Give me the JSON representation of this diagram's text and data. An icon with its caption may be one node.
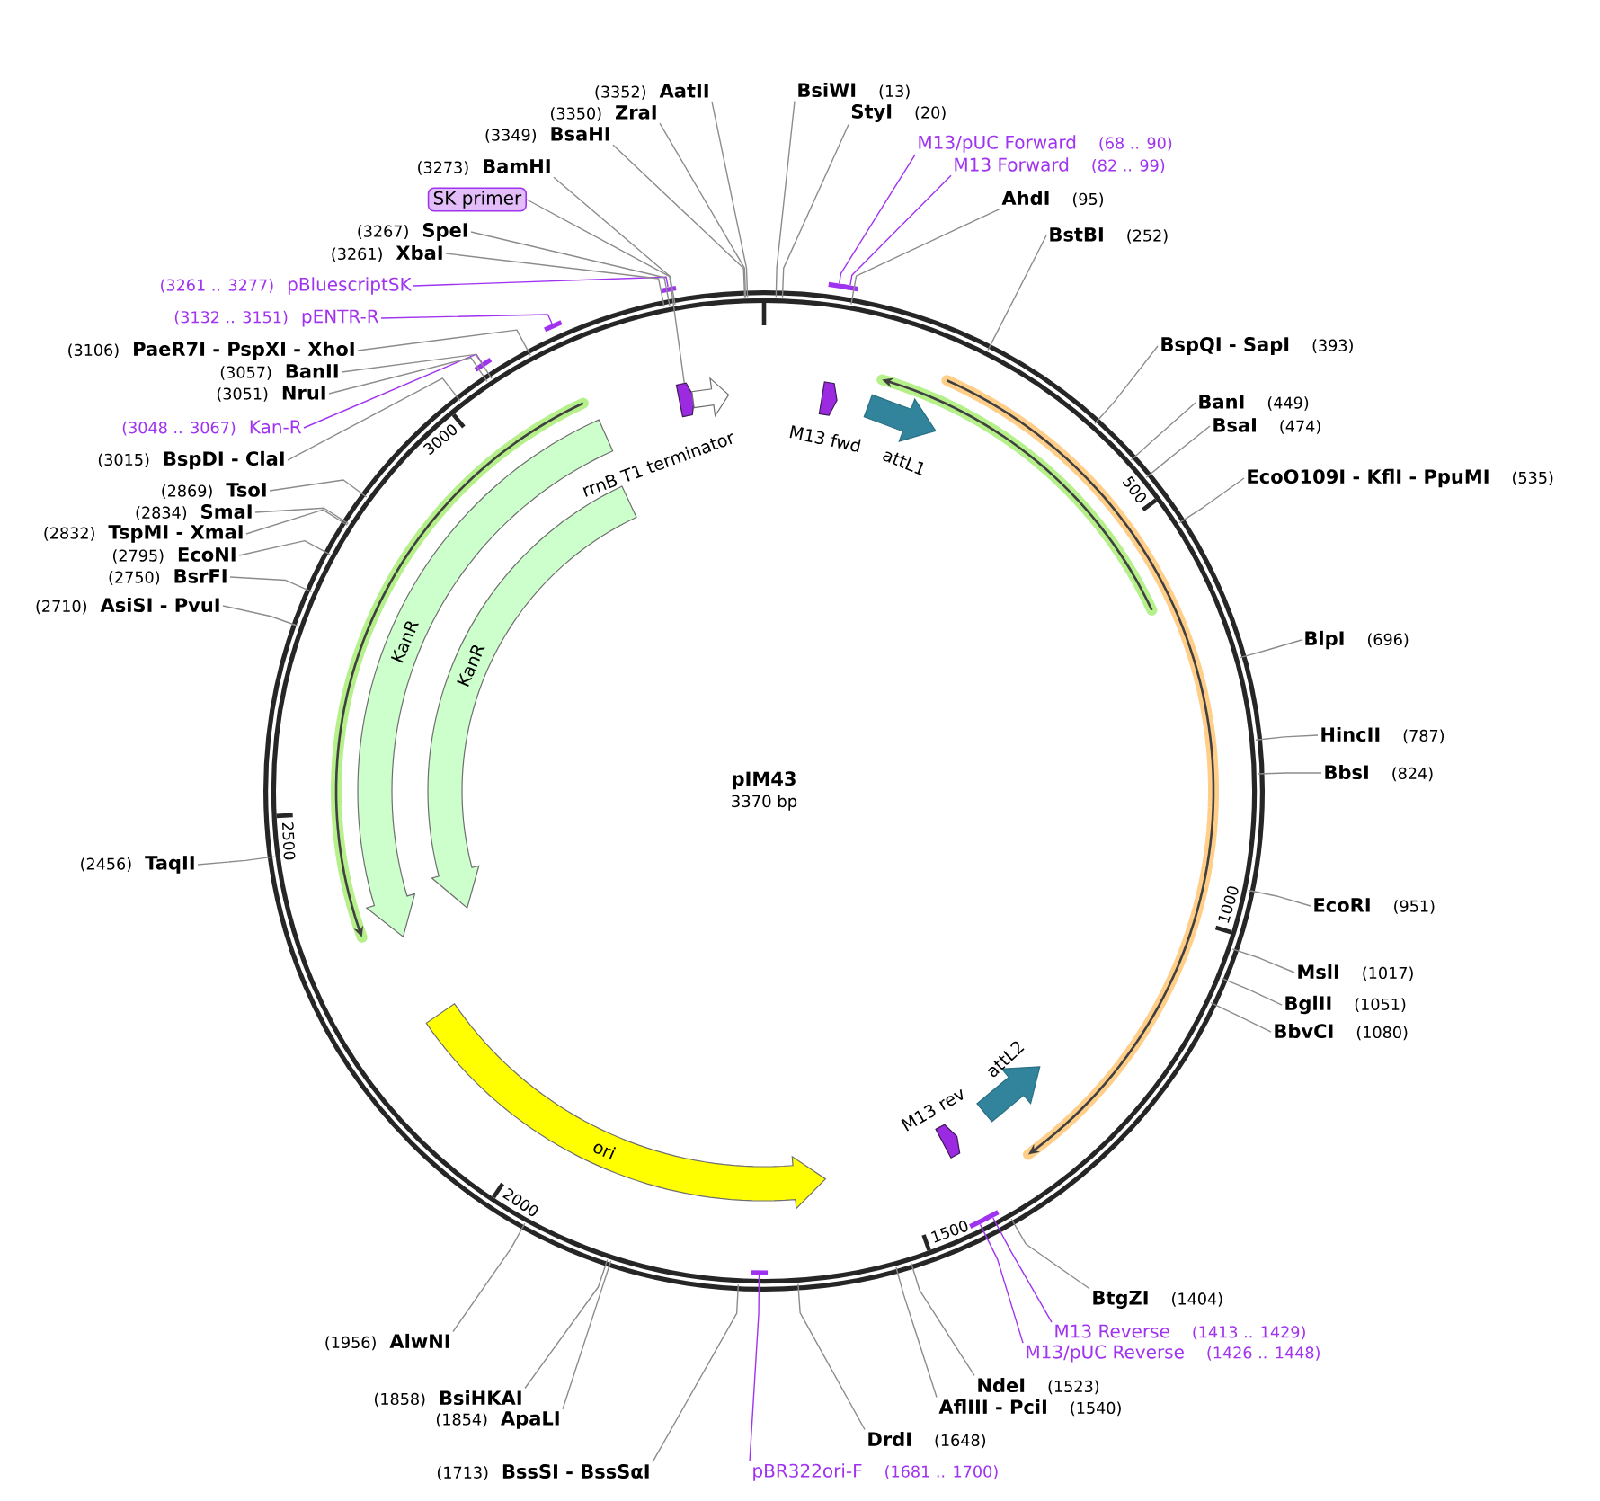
{
  "diagram": {
    "nodes": [
      {
        "text": [
          "pIM43",
          "3370 bp"
        ]
      },
      {
        "text": [],
        "shape": "arrow",
        "in": 0
      },
      {
        "text": [
          "rrnB T1 terminator"
        ],
        "in": 0
      },
      {
        "text": [
          "M13 fwd"
        ],
        "in": 0
      },
      {
        "text": [
          "attL1"
        ],
        "in": 0
      },
      {
        "text": [
          "KanR"
        ],
        "in": 0
      },
      {
        "text": [
          "KanR"
        ],
        "in": 0
      },
      {
        "text": [
          "ori"
        ],
        "in": 0
      },
      {
        "text": [
          "M13 rev"
        ],
        "in": 0
      },
      {
        "text": [
          "attL2"
        ],
        "in": 0
      },
      {
        "text": [
          "BsiWI",
          "(13)"
        ]
      },
      {
        "text": [
          "StyI",
          "(20)"
        ]
      },
      {
        "text": [
          "M13/pUC Forward",
          "(68 .. 90)"
        ]
      },
      {
        "text": [
          "M13 Forward",
          "(82 .. 99)"
        ]
      },
      {
        "text": [
          "AhdI",
          "(95)"
        ]
      },
      {
        "text": [
          "BstBI",
          "(252)"
        ]
      },
      {
        "text": [
          "BspQI - SapI",
          "(393)"
        ]
      },
      {
        "text": [
          "BanI",
          "(449)"
        ]
      },
      {
        "text": [
          "BsaI",
          "(474)"
        ]
      },
      {
        "text": [
          "EcoO109I - KflI - PpuMI",
          "(535)"
        ]
      },
      {
        "text": [
          "BlpI",
          "(696)"
        ]
      },
      {
        "text": [
          "HincII",
          "(787)"
        ]
      },
      {
        "text": [
          "BbsI",
          "(824)"
        ]
      },
      {
        "text": [
          "EcoRI",
          "(951)"
        ]
      },
      {
        "text": [
          "MslI",
          "(1017)"
        ]
      },
      {
        "text": [
          "BglII",
          "(1051)"
        ]
      },
      {
        "text": [
          "BbvCI",
          "(1080)"
        ]
      },
      {
        "text": [
          "BtgZI",
          "(1404)"
        ]
      },
      {
        "text": [
          "M13 Reverse",
          "(1413 .. 1429)"
        ]
      },
      {
        "text": [
          "M13/pUC Reverse",
          "(1426 .. 1448)"
        ]
      },
      {
        "text": [
          "NdeI",
          "(1523)"
        ]
      },
      {
        "text": [
          "AflIII - PciI",
          "(1540)"
        ]
      },
      {
        "text": [
          "DrdI",
          "(1648)"
        ]
      },
      {
        "text": [
          "pBR322ori-F",
          "(1681 .. 1700)"
        ]
      },
      {
        "text": [
          "(1713)",
          "BssSI - BssSαI"
        ]
      },
      {
        "text": [
          "(1854)",
          "ApaLI"
        ]
      },
      {
        "text": [
          "(1858)",
          "BsiHKAI"
        ]
      },
      {
        "text": [
          "(1956)",
          "AlwNI"
        ]
      },
      {
        "text": [
          "(2456)",
          "TaqII"
        ]
      },
      {
        "text": [
          "(2710)",
          "AsiSI - PvuI"
        ]
      },
      {
        "text": [
          "(2750)",
          "BsrFI"
        ]
      },
      {
        "text": [
          "(2795)",
          "EcoNI"
        ]
      },
      {
        "text": [
          "(2832)",
          "TspMI - XmaI"
        ]
      },
      {
        "text": [
          "(2834)",
          "SmaI"
        ]
      },
      {
        "text": [
          "(2869)",
          "TsoI"
        ]
      },
      {
        "text": [
          "(3015)",
          "BspDI - ClaI"
        ]
      },
      {
        "text": [
          "(3048 .. 3067)",
          "Kan-R"
        ]
      },
      {
        "text": [
          "(3051)",
          "NruI"
        ]
      },
      {
        "text": [
          "(3057)",
          "BanII"
        ]
      },
      {
        "text": [
          "(3106)",
          "PaeR7I - PspXI - XhoI"
        ]
      },
      {
        "text": [
          "(3132 .. 3151)",
          "pENTR-R"
        ]
      },
      {
        "text": [
          "(3261 .. 3277)",
          "pBluescriptSK"
        ]
      },
      {
        "text": [
          "(3261)",
          "XbaI"
        ]
      },
      {
        "text": [
          "(3267)",
          "SpeI"
        ]
      },
      {
        "text": [
          "SK primer"
        ]
      },
      {
        "text": [
          "(3273)",
          "BamHI"
        ]
      },
      {
        "text": [
          "(3349)",
          "BsaHI"
        ]
      },
      {
        "text": [
          "(3350)",
          "ZraI"
        ]
      },
      {
        "text": [
          "(3352)",
          "AatII"
        ]
      },
      {
        "text": [],
        "shape": "bar"
      },
      {
        "text": [],
        "shape": "bar"
      },
      {
        "text": [],
        "shape": "bar"
      },
      {
        "text": [],
        "shape": "bar",
        "in": 0
      },
      {
        "text": [],
        "shape": "bar"
      },
      {
        "text": [],
        "shape": "bar"
      },
      {
        "text": [],
        "shape": "bar",
        "in": 0
      },
      {
        "text": [],
        "shape": "bar",
        "in": 0
      }
    ],
    "edges": [
      {
        "from": 10,
        "to": 0,
        "arrow": "none"
      },
      {
        "from": 11,
        "to": 0,
        "arrow": "none"
      },
      {
        "from": 12,
        "to": 63,
        "arrow": "none",
        "color": "#a033f0"
      },
      {
        "from": 13,
        "to": 64,
        "arrow": "none",
        "color": "#a033f0"
      },
      {
        "from": 14,
        "to": 0,
        "arrow": "none"
      },
      {
        "from": 15,
        "to": 0,
        "arrow": "none"
      },
      {
        "from": 16,
        "to": 0,
        "arrow": "none"
      },
      {
        "from": 17,
        "to": 0,
        "arrow": "none"
      },
      {
        "from": 18,
        "to": 0,
        "arrow": "none"
      },
      {
        "from": 19,
        "to": 0,
        "arrow": "none"
      },
      {
        "from": 20,
        "to": 0,
        "arrow": "none"
      },
      {
        "from": 21,
        "to": 0,
        "arrow": "none"
      },
      {
        "from": 22,
        "to": 0,
        "arrow": "none"
      },
      {
        "from": 23,
        "to": 0,
        "arrow": "none"
      },
      {
        "from": 24,
        "to": 0,
        "arrow": "none"
      },
      {
        "from": 25,
        "to": 0,
        "arrow": "none"
      },
      {
        "from": 26,
        "to": 0,
        "arrow": "none"
      },
      {
        "from": 27,
        "to": 0,
        "arrow": "none"
      },
      {
        "from": 28,
        "to": 65,
        "arrow": "none",
        "color": "#a033f0"
      },
      {
        "from": 29,
        "to": 66,
        "arrow": "none",
        "color": "#a033f0"
      },
      {
        "from": 30,
        "to": 0,
        "arrow": "none"
      },
      {
        "from": 31,
        "to": 0,
        "arrow": "none"
      },
      {
        "from": 32,
        "to": 0,
        "arrow": "none"
      },
      {
        "from": 33,
        "to": 62,
        "arrow": "none",
        "color": "#a033f0"
      },
      {
        "from": 34,
        "to": 0,
        "arrow": "none"
      },
      {
        "from": 35,
        "to": 0,
        "arrow": "none"
      },
      {
        "from": 36,
        "to": 0,
        "arrow": "none"
      },
      {
        "from": 37,
        "to": 0,
        "arrow": "none"
      },
      {
        "from": 38,
        "to": 0,
        "arrow": "none"
      },
      {
        "from": 39,
        "to": 0,
        "arrow": "none"
      },
      {
        "from": 40,
        "to": 0,
        "arrow": "none"
      },
      {
        "from": 41,
        "to": 0,
        "arrow": "none"
      },
      {
        "from": 42,
        "to": 0,
        "arrow": "none"
      },
      {
        "from": 43,
        "to": 0,
        "arrow": "none"
      },
      {
        "from": 44,
        "to": 0,
        "arrow": "none"
      },
      {
        "from": 45,
        "to": 0,
        "arrow": "none"
      },
      {
        "from": 46,
        "to": 59,
        "arrow": "none",
        "color": "#a033f0"
      },
      {
        "from": 47,
        "to": 0,
        "arrow": "none"
      },
      {
        "from": 48,
        "to": 0,
        "arrow": "none"
      },
      {
        "from": 49,
        "to": 0,
        "arrow": "none"
      },
      {
        "from": 50,
        "to": 60,
        "arrow": "none",
        "color": "#a033f0"
      },
      {
        "from": 51,
        "to": 61,
        "arrow": "none",
        "color": "#a033f0"
      },
      {
        "from": 52,
        "to": 0,
        "arrow": "none"
      },
      {
        "from": 53,
        "to": 0,
        "arrow": "none"
      },
      {
        "from": 54,
        "to": 1,
        "arrow": "none"
      },
      {
        "from": 55,
        "to": 0,
        "arrow": "none"
      },
      {
        "from": 56,
        "to": 0,
        "arrow": "none"
      },
      {
        "from": 57,
        "to": 0,
        "arrow": "none"
      },
      {
        "from": 58,
        "to": 0,
        "arrow": "none"
      }
    ],
    "labels": [
      "500",
      "1000",
      "1500",
      "2000",
      "2500",
      "3000"
    ]
  }
}
